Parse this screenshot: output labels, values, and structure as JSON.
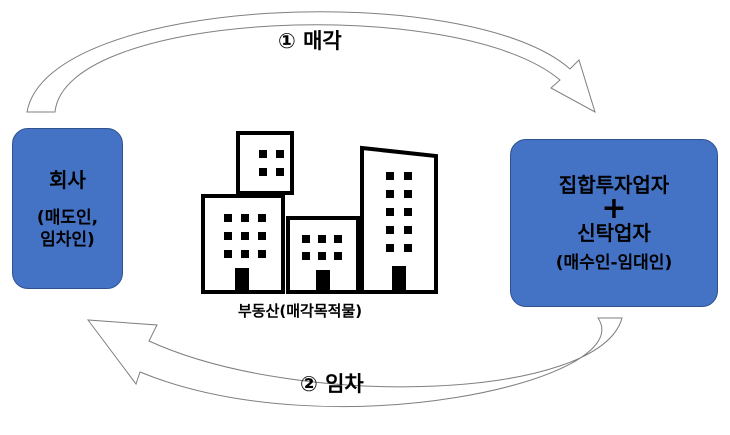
{
  "nodes": {
    "company": {
      "title": "회사",
      "role_line1": "(매도인,",
      "role_line2": "임차인)"
    },
    "investor": {
      "line1": "집합투자업자",
      "plus": "+",
      "line2": "신탁업자",
      "role": "(매수인-임대인)"
    }
  },
  "edges": {
    "sale": "① 매각",
    "lease": "② 임차"
  },
  "property": {
    "caption": "부동산(매각목적물)",
    "icon": "office-buildings-icon"
  },
  "colors": {
    "node_fill": "#4472C4",
    "node_border": "#2F528F",
    "arrow_stroke": "#7F7F7F"
  }
}
